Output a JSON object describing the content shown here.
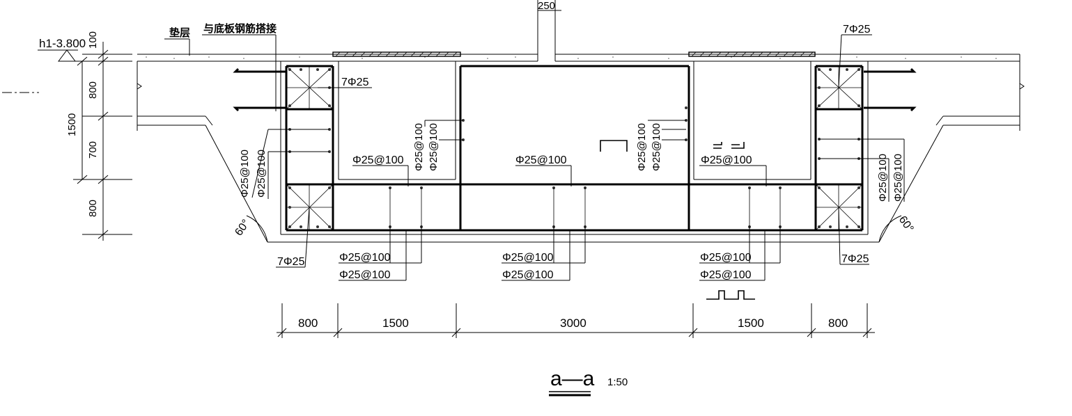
{
  "labels": {
    "elevation": "h1-3.800",
    "cushion": "垫层",
    "lap_note": "与底板钢筋搭接",
    "top_width": "250",
    "dim_100": "100",
    "dim_800_a": "800",
    "dim_1500_v": "1500",
    "dim_700": "700",
    "dim_800_b": "800",
    "rebar_7phi25_tl": "7Φ25",
    "rebar_7phi25_tr": "7Φ25",
    "rebar_7phi25_bl": "7Φ25",
    "rebar_7phi25_br": "7Φ25",
    "rebar_vl_1": "Φ25@100",
    "rebar_vl_2": "Φ25@100",
    "rebar_vr_1": "Φ25@100",
    "rebar_vr_2": "Φ25@100",
    "rebar_cl_1": "Φ25@100",
    "rebar_cl_2": "Φ25@100",
    "rebar_cr_1": "Φ25@100",
    "rebar_cr_2": "Φ25@100",
    "rebar_hl": "Φ25@100",
    "rebar_hc": "Φ25@100",
    "rebar_hr": "Φ25@100",
    "rebar_bl_1": "Φ25@100",
    "rebar_bl_2": "Φ25@100",
    "rebar_bc_1": "Φ25@100",
    "rebar_bc_2": "Φ25@100",
    "rebar_br_1": "Φ25@100",
    "rebar_br_2": "Φ25@100",
    "angle_left": "60°",
    "angle_right": "60°",
    "bottom_dims": [
      "800",
      "1500",
      "3000",
      "1500",
      "800"
    ],
    "section_title": "a—a",
    "scale": "1:50"
  }
}
